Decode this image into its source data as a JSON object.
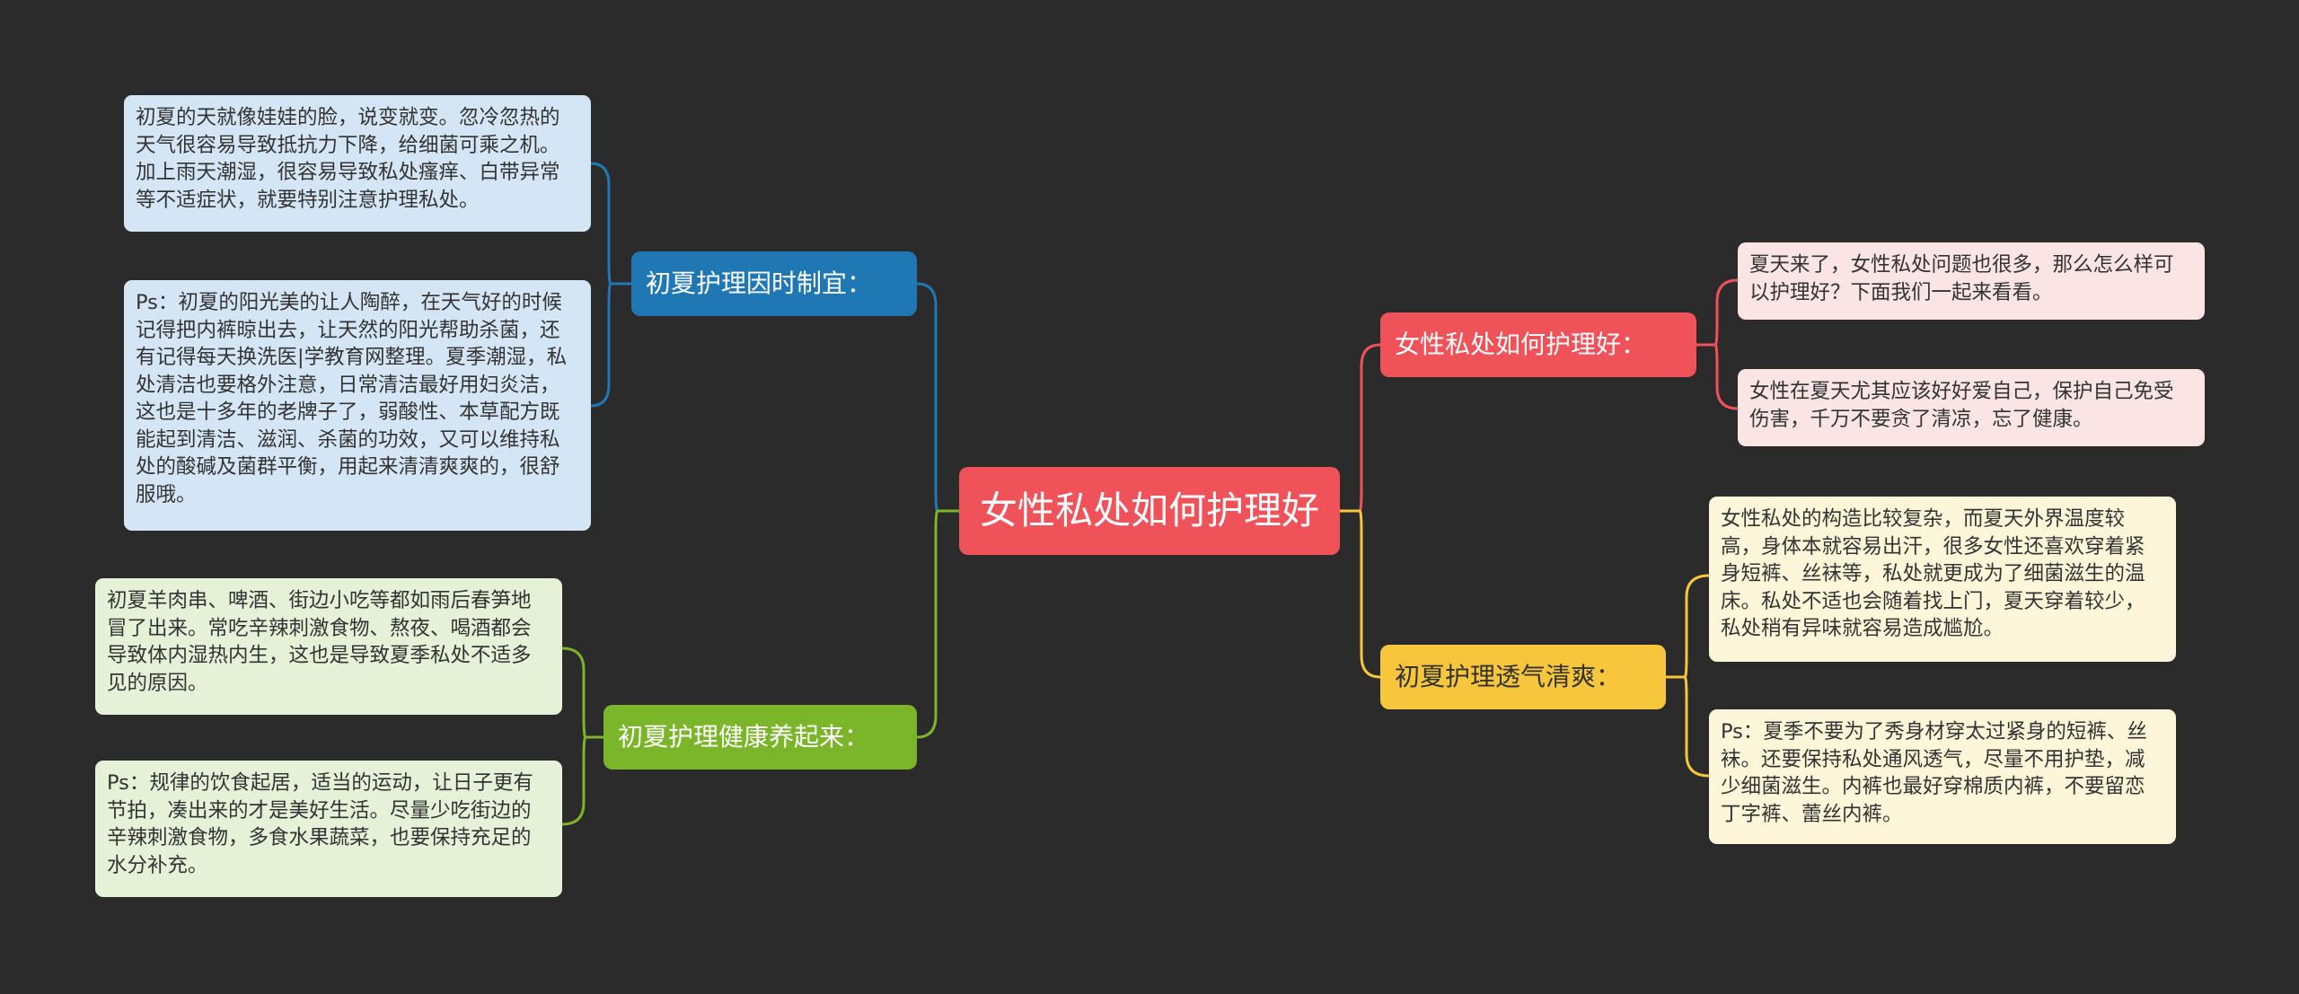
{
  "central": "女性私处如何护理好",
  "branches": {
    "care_timing": {
      "label": "初夏护理因时制宜：",
      "leaves": [
        "初夏的天就像娃娃的脸，说变就变。忽冷忽热的天气很容易导致抵抗力下降，给细菌可乘之机。加上雨天潮湿，很容易导致私处瘙痒、白带异常等不适症状，就要特别注意护理私处。",
        "Ps：初夏的阳光美的让人陶醉，在天气好的时候记得把内裤晾出去，让天然的阳光帮助杀菌，还有记得每天换洗医|学教育网整理。夏季潮湿，私处清洁也要格外注意，日常清洁最好用妇炎洁，这也是十多年的老牌子了，弱酸性、本草配方既能起到清洁、滋润、杀菌的功效，又可以维持私处的酸碱及菌群平衡，用起来清清爽爽的，很舒服哦。"
      ]
    },
    "healthy_habits": {
      "label": "初夏护理健康养起来：",
      "leaves": [
        "初夏羊肉串、啤酒、街边小吃等都如雨后春笋地冒了出来。常吃辛辣刺激食物、熬夜、喝酒都会导致体内湿热内生，这也是导致夏季私处不适多见的原因。",
        "Ps：规律的饮食起居，适当的运动，让日子更有节拍，凑出来的才是美好生活。尽量少吃街边的辛辣刺激食物，多食水果蔬菜，也要保持充足的水分补充。"
      ]
    },
    "how_to_care": {
      "label": "女性私处如何护理好：",
      "leaves": [
        "夏天来了，女性私处问题也很多，那么怎么样可以护理好？下面我们一起来看看。",
        "女性在夏天尤其应该好好爱自己，保护自己免受伤害，千万不要贪了清凉，忘了健康。"
      ]
    },
    "breathable": {
      "label": "初夏护理透气清爽：",
      "leaves": [
        "女性私处的构造比较复杂，而夏天外界温度较高，身体本就容易出汗，很多女性还喜欢穿着紧身短裤、丝袜等，私处就更成为了细菌滋生的温床。私处不适也会随着找上门，夏天穿着较少，私处稍有异味就容易造成尴尬。",
        "Ps：夏季不要为了秀身材穿太过紧身的短裤、丝袜。还要保持私处通风透气，尽量不用护垫，减少细菌滋生。内裤也最好穿棉质内裤，不要留恋丁字裤、蕾丝内裤。"
      ]
    }
  },
  "colors": {
    "background": "#2b2b2b",
    "central": "#f0525a",
    "blue": "#1f78b4",
    "green": "#7ab52a",
    "red": "#f0525a",
    "yellow": "#f7c63c"
  }
}
